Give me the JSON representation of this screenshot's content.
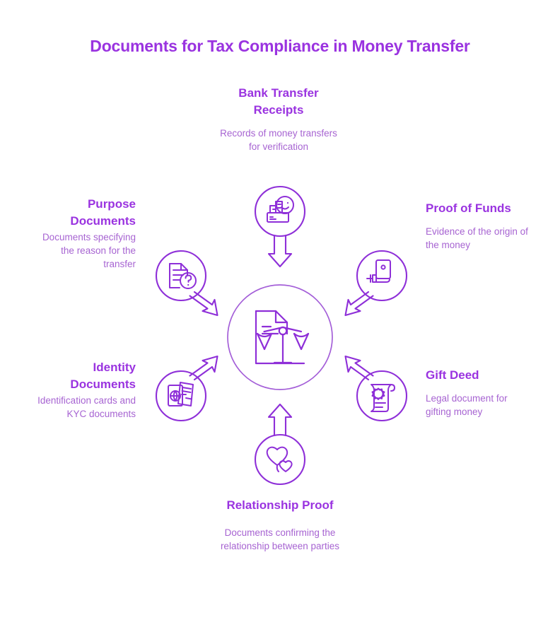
{
  "page": {
    "title": "Documents for Tax Compliance in Money Transfer",
    "background_color": "#ffffff",
    "accent_color": "#9a33e0",
    "secondary_text_color": "#a764d2",
    "line_color": "#8e2fd8",
    "hub_ring_color": "#a45fd8"
  },
  "center": {
    "icon": "document-scales-icon",
    "icon_label": "document with scales of justice"
  },
  "nodes": [
    {
      "id": "bank-transfer-receipts",
      "heading": "Bank Transfer Receipts",
      "description": "Records of money transfers for verification",
      "icon": "money-stack-smiley-icon",
      "position": "top",
      "arrow_direction": "down",
      "text_align": "center"
    },
    {
      "id": "purpose-documents",
      "heading": "Purpose Documents",
      "description": "Documents specifying the reason for the transfer",
      "icon": "document-question-icon",
      "position": "top-left",
      "arrow_direction": "down-right",
      "text_align": "right"
    },
    {
      "id": "identity-documents",
      "heading": "Identity Documents",
      "description": "Identification cards and KYC documents",
      "icon": "passport-id-icon",
      "position": "bottom-left",
      "arrow_direction": "up-right",
      "text_align": "right"
    },
    {
      "id": "proof-of-funds",
      "heading": "Proof of Funds",
      "description": "Evidence of the origin of the money",
      "icon": "hand-holding-money-icon",
      "position": "top-right",
      "arrow_direction": "down-left",
      "text_align": "left"
    },
    {
      "id": "gift-deed",
      "heading": "Gift Deed",
      "description": "Legal document for gifting money",
      "icon": "scroll-seal-icon",
      "position": "bottom-right",
      "arrow_direction": "up-left",
      "text_align": "left"
    },
    {
      "id": "relationship-proof",
      "heading": "Relationship Proof",
      "description": "Documents confirming the relationship between parties",
      "icon": "two-hearts-icon",
      "position": "bottom",
      "arrow_direction": "up",
      "text_align": "center"
    }
  ]
}
